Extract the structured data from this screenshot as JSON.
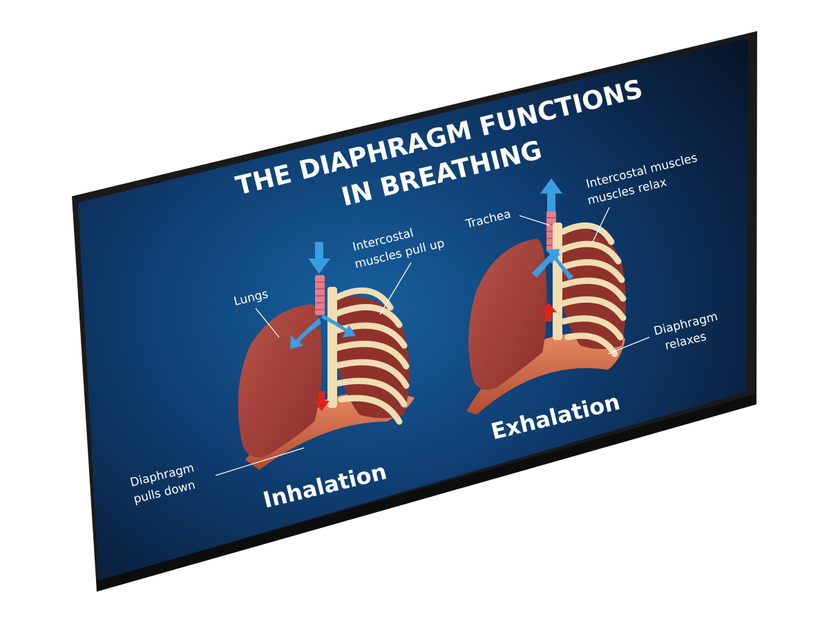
{
  "title": {
    "line1": "THE DIAPHRAGM FUNCTIONS",
    "line2": "IN BREATHING"
  },
  "inhalation": {
    "heading": "Inhalation",
    "labels": {
      "lungs": "Lungs",
      "intercostal_1": "Intercostal",
      "intercostal_2": "muscles pull up",
      "diaphragm_1": "Diaphragm",
      "diaphragm_2": "pulls down"
    }
  },
  "exhalation": {
    "heading": "Exhalation",
    "labels": {
      "trachea": "Trachea",
      "intercostal_1": "Intercostal muscles",
      "intercostal_2": "muscles relax",
      "diaphragm_1": "Diaphragm",
      "diaphragm_2": "relaxes"
    }
  },
  "colors": {
    "bezel": "#1c1c1c",
    "screen_dark": "#0a1a35",
    "screen_light": "#12508a",
    "lung": "#a8423a",
    "rib": "#f2dfb6",
    "diaphragm": "#d46a48",
    "air_arrow": "#3a9de0",
    "diaphragm_arrow": "#e0241c"
  }
}
